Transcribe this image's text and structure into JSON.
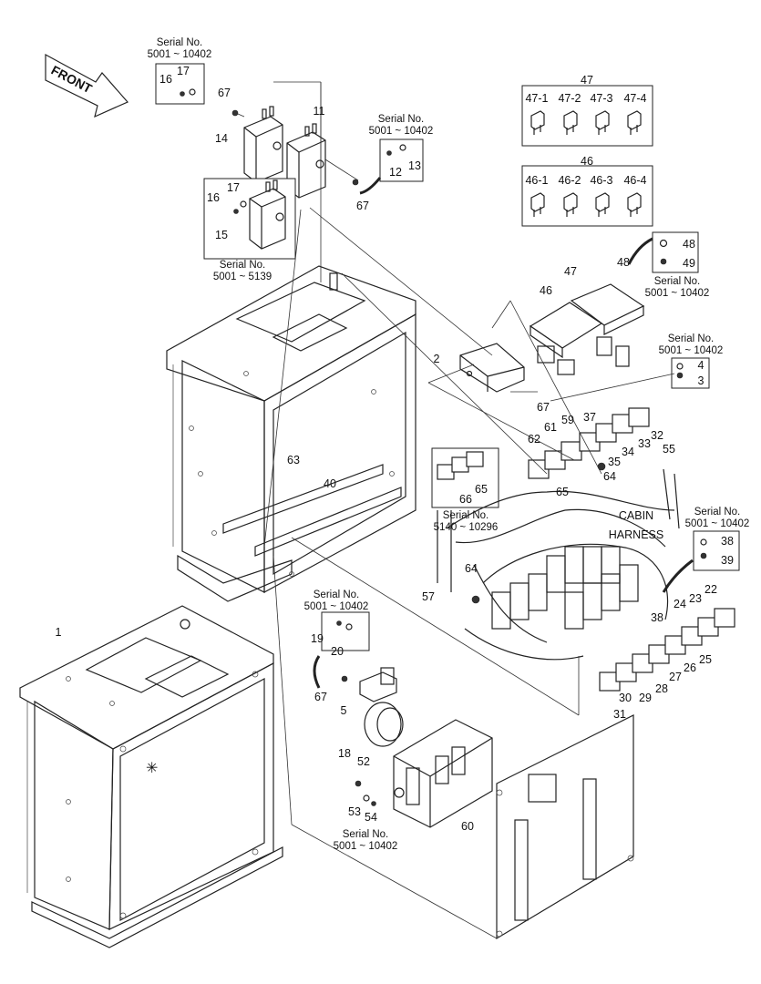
{
  "front_label": "FRONT",
  "serial_notes": [
    {
      "title": "Serial No.",
      "range": "5001 ~ 10402"
    },
    {
      "title": "Serial No.",
      "range": "5001 ~ 10402"
    },
    {
      "title": "Serial No.",
      "range": "5001 ~ 5139"
    },
    {
      "title": "Serial No.",
      "range": "5001 ~ 10402"
    },
    {
      "title": "Serial No.",
      "range": "5001 ~ 10402"
    },
    {
      "title": "Serial No.",
      "range": "5140 ~ 10296"
    },
    {
      "title": "Serial No.",
      "range": "5001 ~ 10402"
    },
    {
      "title": "Serial No.",
      "range": "5001 ~ 10402"
    },
    {
      "title": "Serial No.",
      "range": "5001 ~ 10402"
    }
  ],
  "harness_label": {
    "line1": "CABIN",
    "line2": "HARNESS"
  },
  "callouts": [
    "17",
    "16",
    "67",
    "14",
    "11",
    "12",
    "13",
    "67",
    "17",
    "16",
    "15",
    "47",
    "47-1",
    "47-2",
    "47-3",
    "47-4",
    "46",
    "46-1",
    "46-2",
    "46-3",
    "46-4",
    "48",
    "49",
    "47",
    "48",
    "46",
    "4",
    "3",
    "2",
    "67",
    "37",
    "59",
    "61",
    "62",
    "32",
    "33",
    "34",
    "35",
    "64",
    "55",
    "65",
    "66",
    "65",
    "63",
    "40",
    "38",
    "39",
    "64",
    "57",
    "22",
    "23",
    "24",
    "38",
    "25",
    "26",
    "27",
    "28",
    "29",
    "30",
    "31",
    "1",
    "19",
    "20",
    "67",
    "5",
    "18",
    "52",
    "53",
    "54",
    "60"
  ]
}
